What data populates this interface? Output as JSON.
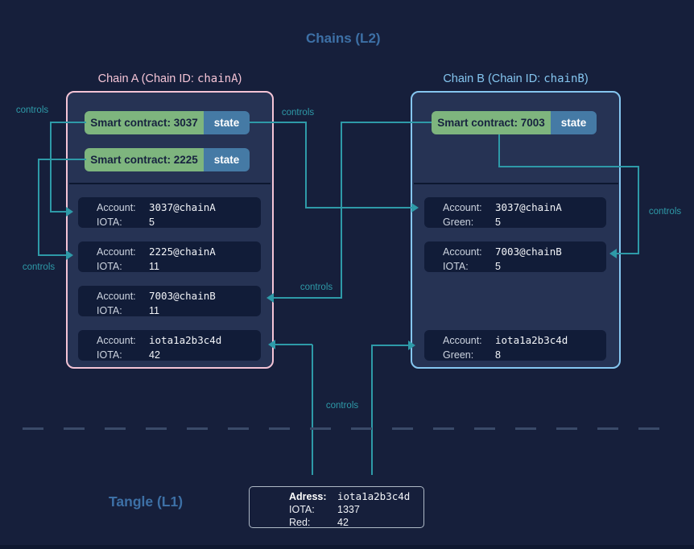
{
  "titles": {
    "l2": "Chains (L2)",
    "l1": "Tangle (L1)"
  },
  "chain_a": {
    "title": {
      "prefix": "Chain A (Chain ID: ",
      "id": "chainA",
      "suffix": ")"
    },
    "contracts": [
      {
        "label": "Smart contract: 3037",
        "state": "state"
      },
      {
        "label": "Smart contract: 2225",
        "state": "state"
      }
    ],
    "accounts": [
      {
        "label1": "Account:",
        "value1": "3037@chainA",
        "label2": "IOTA:",
        "value2": "5"
      },
      {
        "label1": "Account:",
        "value1": "2225@chainA",
        "label2": "IOTA:",
        "value2": "11"
      },
      {
        "label1": "Account:",
        "value1": "7003@chainB",
        "label2": "IOTA:",
        "value2": "11"
      },
      {
        "label1": "Account:",
        "value1": "iota1a2b3c4d",
        "label2": "IOTA:",
        "value2": "42"
      }
    ]
  },
  "chain_b": {
    "title": {
      "prefix": "Chain B (Chain ID: ",
      "id": "chainB",
      "suffix": ")"
    },
    "contracts": [
      {
        "label": "Smart contract: 7003",
        "state": "state"
      }
    ],
    "accounts": [
      {
        "label1": "Account:",
        "value1": "3037@chainA",
        "label2": "Green:",
        "value2": "5"
      },
      {
        "label1": "Account:",
        "value1": "7003@chainB",
        "label2": "IOTA:",
        "value2": "5"
      },
      {
        "label1": "Account:",
        "value1": "iota1a2b3c4d",
        "label2": "Green:",
        "value2": "8"
      }
    ]
  },
  "l1_box": {
    "rows": [
      {
        "label": "Adress:",
        "value": "iota1a2b3c4d"
      },
      {
        "label": "IOTA:",
        "value": "1337"
      },
      {
        "label": "Red:",
        "value": "42"
      }
    ]
  },
  "controls": [
    "controls",
    "controls",
    "controls",
    "controls",
    "controls",
    "controls"
  ],
  "colors": {
    "background": "#161F3B",
    "chain_fill": "#263354",
    "account_fill": "#111C38",
    "chain_a_border": "#F4C4D6",
    "chain_b_border": "#85C6F0",
    "contract_green": "#7EB57E",
    "state_blue": "#457AA5",
    "connector_teal": "#2E9AA8",
    "heading_blue": "#3D70A6",
    "dash_gray": "#3A4A69",
    "l1_box_border": "#AEB9C6"
  }
}
